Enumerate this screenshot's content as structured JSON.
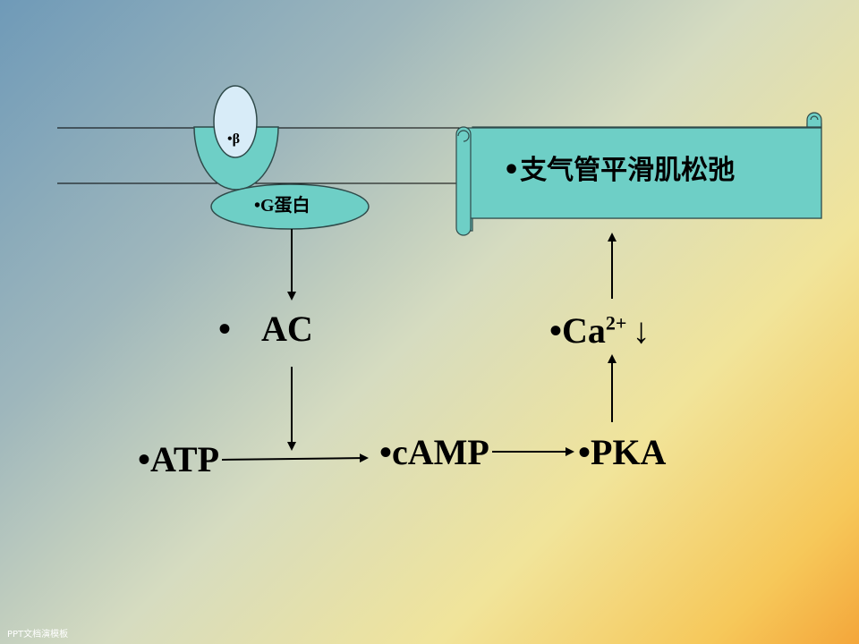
{
  "colors": {
    "teal": "#6ecfc6",
    "outline": "#2f4a4a",
    "receptor_inner": "#d8ecf8"
  },
  "nodes": {
    "beta": "•β",
    "g_protein": "•G蛋白",
    "ac_bullet": "•",
    "ac": "AC",
    "atp": "•ATP",
    "camp": "•cAMP",
    "pka": "•PKA",
    "ca": "•Ca",
    "ca_superscript": "2+",
    "ca_arrow": "↓",
    "result": "•支气管平滑肌松弛"
  },
  "footer": "PPT文档演模板"
}
